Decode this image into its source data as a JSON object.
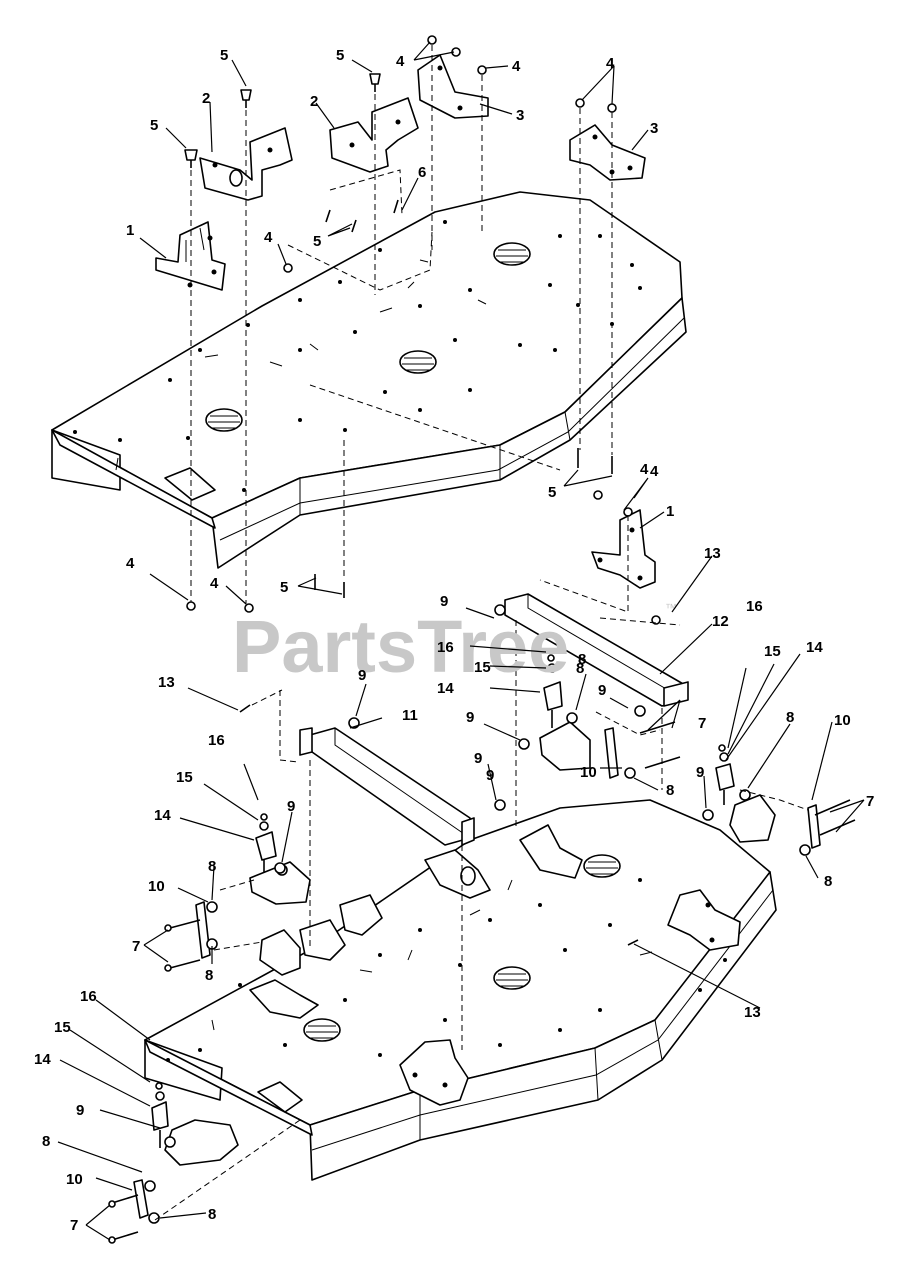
{
  "watermark": {
    "text": "PartsTree",
    "trademark": "™"
  },
  "callouts": {
    "c1a": "1",
    "c1b": "1",
    "c2a": "2",
    "c2b": "2",
    "c3a": "3",
    "c3b": "3",
    "c4a": "4",
    "c4b": "4",
    "c4c": "4",
    "c4d": "4",
    "c4e": "4",
    "c4f": "4",
    "c4g": "4",
    "c4h": "4",
    "c5a": "5",
    "c5b": "5",
    "c5c": "5",
    "c5d": "5",
    "c5e": "5",
    "c5f": "5",
    "c6a": "6",
    "c7a": "7",
    "c7b": "7",
    "c7c": "7",
    "c7d": "7",
    "c8a": "8",
    "c8b": "8",
    "c8c": "8",
    "c8d": "8",
    "c8e": "8",
    "c8f": "8",
    "c8g": "8",
    "c8h": "8",
    "c8i": "8",
    "c9a": "9",
    "c9b": "9",
    "c9c": "9",
    "c9d": "9",
    "c9e": "9",
    "c9f": "9",
    "c9g": "9",
    "c9h": "9",
    "c9i": "9",
    "c10a": "10",
    "c10b": "10",
    "c10c": "10",
    "c10d": "10",
    "c11a": "11",
    "c12a": "12",
    "c13a": "13",
    "c13b": "13",
    "c13c": "13",
    "c14a": "14",
    "c14b": "14",
    "c14c": "14",
    "c14d": "14",
    "c15a": "15",
    "c15b": "15",
    "c15c": "15",
    "c15d": "15",
    "c16a": "16",
    "c16b": "16",
    "c16c": "16",
    "c16d": "16"
  }
}
